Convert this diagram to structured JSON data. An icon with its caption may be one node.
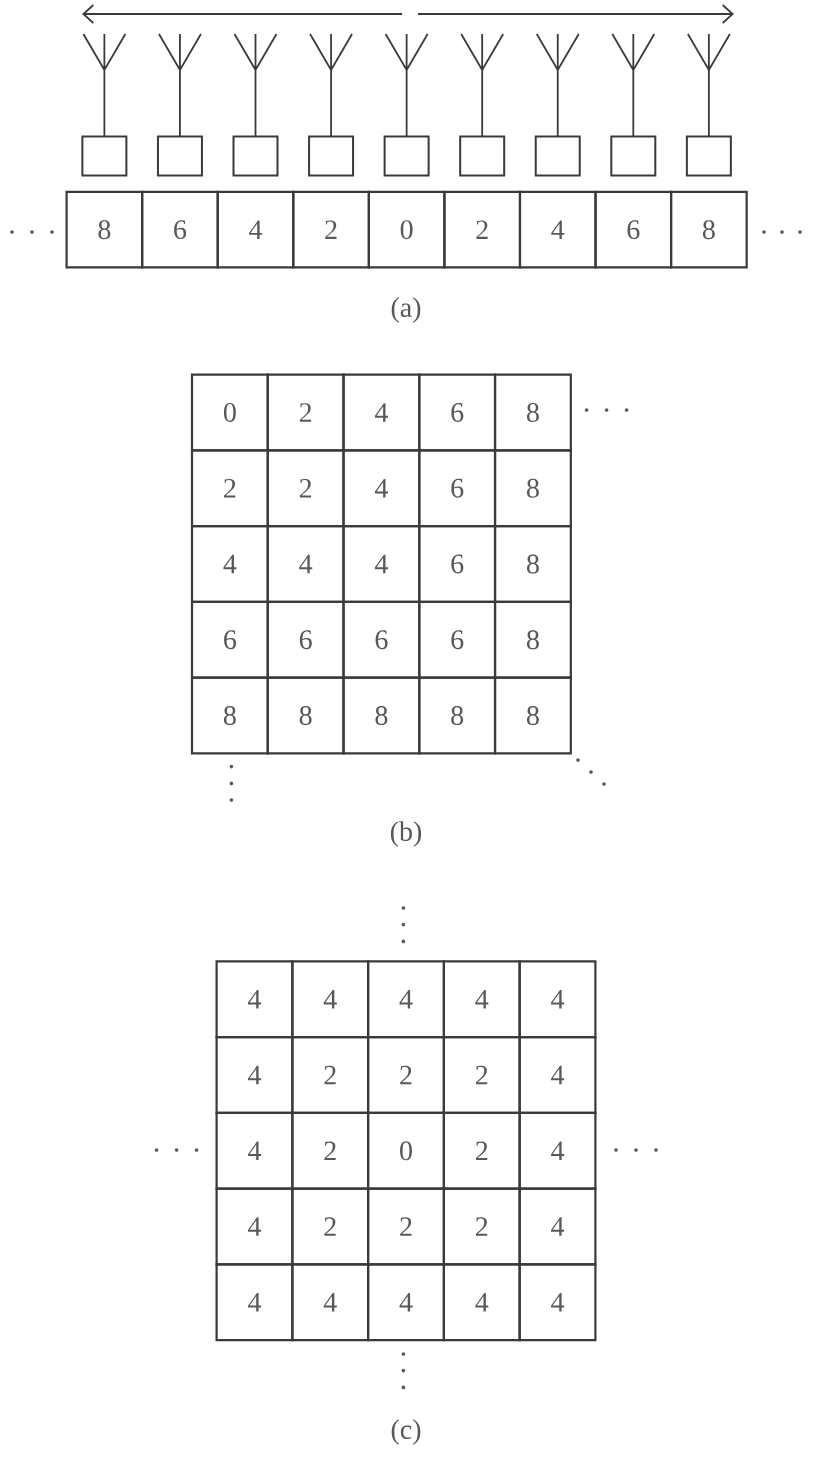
{
  "diagram": {
    "nodes": [
      {
        "text": [],
        "shape": "box"
      },
      {
        "text": [],
        "shape": "box"
      },
      {
        "text": [],
        "shape": "box"
      },
      {
        "text": [],
        "shape": "box"
      },
      {
        "text": [],
        "shape": "box"
      },
      {
        "text": [],
        "shape": "box"
      },
      {
        "text": [],
        "shape": "box"
      },
      {
        "text": [],
        "shape": "box"
      },
      {
        "text": [],
        "shape": "box"
      }
    ],
    "labels": [
      "8",
      "6",
      "4",
      "2",
      "0",
      "2",
      "4",
      "6",
      "8",
      "(a)",
      "0",
      "2",
      "4",
      "6",
      "8",
      "2",
      "2",
      "4",
      "6",
      "8",
      "4",
      "4",
      "4",
      "6",
      "8",
      "6",
      "6",
      "6",
      "6",
      "8",
      "8",
      "8",
      "8",
      "8",
      "8",
      "(b)",
      "4",
      "4",
      "4",
      "4",
      "4",
      "4",
      "2",
      "2",
      "2",
      "4",
      "4",
      "2",
      "0",
      "2",
      "4",
      "4",
      "2",
      "2",
      "2",
      "4",
      "4",
      "4",
      "4",
      "4",
      "4",
      "(c)"
    ]
  }
}
